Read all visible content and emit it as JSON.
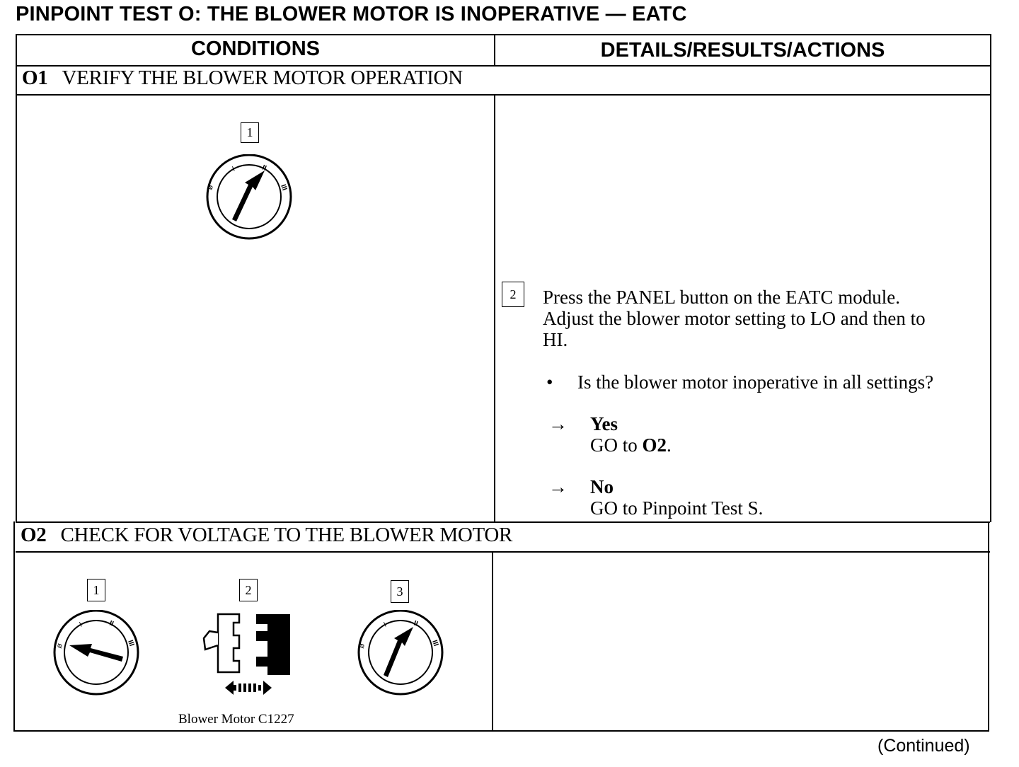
{
  "page": {
    "title": "PINPOINT TEST O: THE BLOWER MOTOR IS INOPERATIVE — EATC",
    "continued": "(Continued)"
  },
  "table": {
    "headers": {
      "conditions": "CONDITIONS",
      "details": "DETAILS/RESULTS/ACTIONS"
    },
    "steps": [
      {
        "id": "O1",
        "title": "VERIFY THE BLOWER MOTOR OPERATION",
        "illustration": {
          "callouts": [
            "1"
          ],
          "icons": [
            "ignition-switch-run-icon"
          ]
        },
        "details": {
          "callout": "2",
          "instruction_lines": [
            "Press the PANEL button on the EATC module.",
            "Adjust the blower motor setting to LO and then to",
            "HI."
          ],
          "bullet": "•",
          "question": "Is the blower motor inoperative in all settings?",
          "arrow": "→",
          "results": [
            {
              "label": "Yes",
              "action_prefix": "GO to ",
              "action_ref": "O2",
              "action_suffix": "."
            },
            {
              "label": "No",
              "action_prefix": "GO to Pinpoint Test S.",
              "action_ref": "",
              "action_suffix": ""
            }
          ]
        }
      },
      {
        "id": "O2",
        "title": "CHECK FOR VOLTAGE TO THE BLOWER MOTOR",
        "illustration": {
          "callouts": [
            "1",
            "2",
            "3"
          ],
          "icons": [
            "ignition-switch-off-icon",
            "connector-disconnect-icon",
            "ignition-switch-run-icon"
          ],
          "caption": "Blower Motor C1227"
        }
      }
    ]
  }
}
